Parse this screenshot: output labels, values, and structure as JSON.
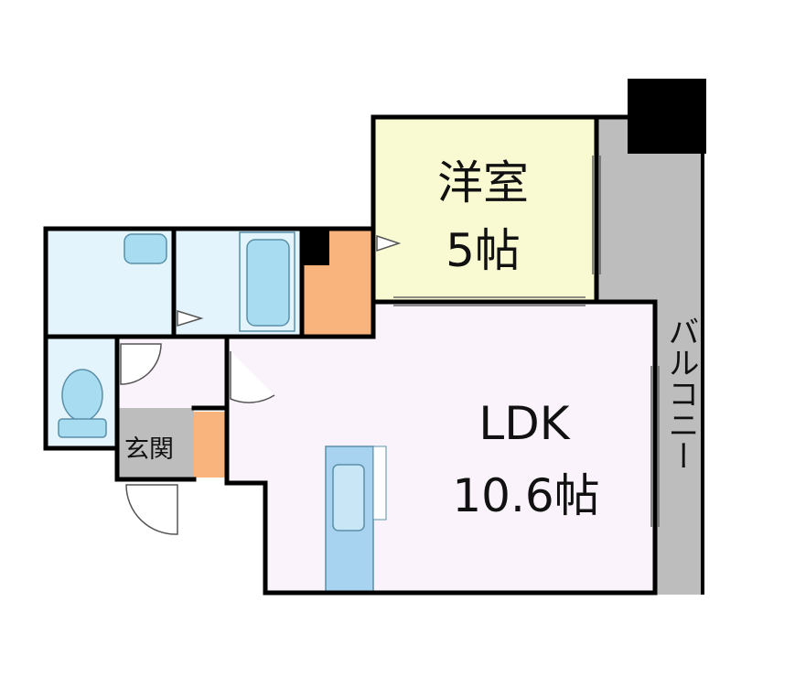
{
  "rooms": {
    "western": {
      "name": "洋室",
      "size": "5帖",
      "color": "#fafad2"
    },
    "ldk": {
      "name": "LDK",
      "size": "10.6帖",
      "color": "#fbf3fb"
    },
    "entrance": {
      "name": "玄関",
      "color": "#bdbdbd"
    },
    "balcony": {
      "name": "バルコニー",
      "color": "#bdbdbd"
    }
  },
  "colors": {
    "wall": "#000000",
    "wet_area": "#e3f4fc",
    "fixture": "#a8dcf0",
    "storage": "#f9b47d",
    "kitchen": "#a8d3f0"
  }
}
